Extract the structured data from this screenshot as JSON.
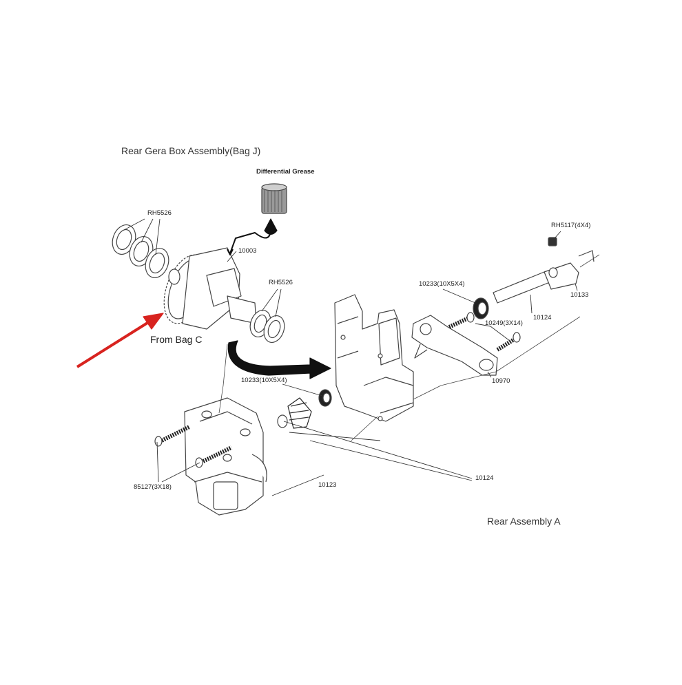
{
  "diagram": {
    "title": "Rear Gera Box Assembly(Bag J)",
    "subtitle": "Rear Assembly A",
    "grease_label": "Differential Grease",
    "from_bag_label": "From Bag C",
    "parts": {
      "rh5526_top": "RH5526",
      "p10003": "10003",
      "rh5526_mid": "RH5526",
      "rh5117": "RH5117(4X4)",
      "p10133": "10133",
      "p10124_shaft": "10124",
      "p10233_right": "10233(10X5X4)",
      "p10249": "10249(3X14)",
      "p10970": "10970",
      "p10233_left": "10233(10X5X4)",
      "p85127": "85127(3X18)",
      "p10123": "10123",
      "p10124_bottom": "10124"
    },
    "colors": {
      "arrow": "#d8231f",
      "line": "#333333",
      "part_fill": "#ffffff",
      "black_arrow": "#111111"
    }
  }
}
